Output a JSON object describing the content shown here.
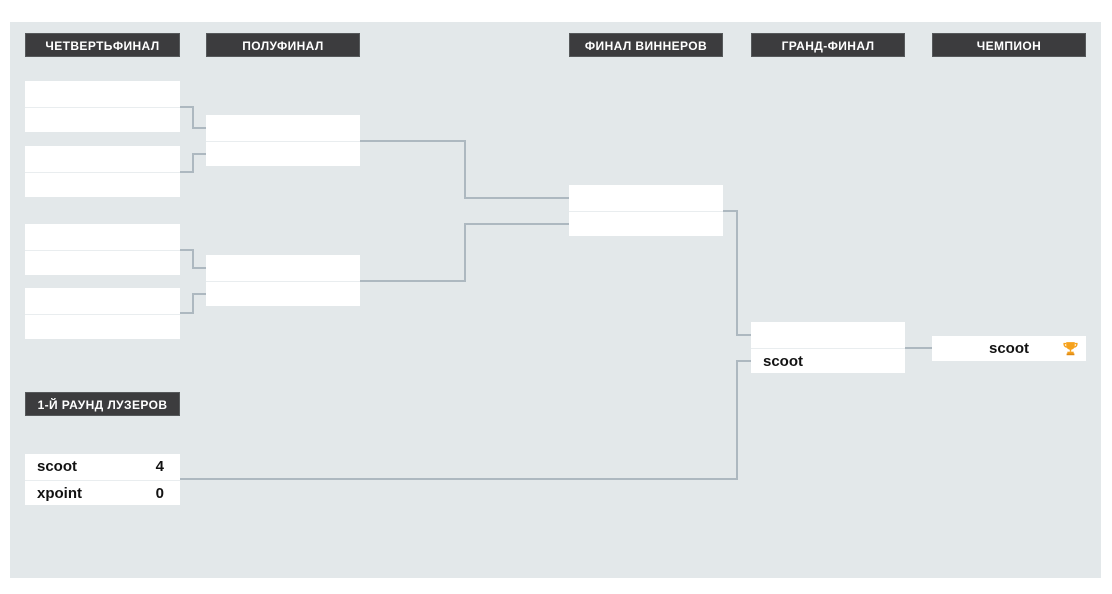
{
  "tournament": {
    "rounds": {
      "quarterfinal": "ЧЕТВЕРТЬФИНАЛ",
      "semifinal": "ПОЛУФИНАЛ",
      "winners_final": "ФИНАЛ ВИННЕРОВ",
      "grand_final": "ГРАНД-ФИНАЛ",
      "champion": "ЧЕМПИОН",
      "losers_round_1": "1-Й РАУНД ЛУЗЕРОВ"
    },
    "grand_final_match": {
      "top_name": "",
      "bottom_name": "scoot"
    },
    "champion_box": {
      "name": "scoot",
      "icon": "trophy-icon"
    },
    "losers_round_1_match": {
      "top_name": "scoot",
      "top_score": "4",
      "bottom_name": "xpoint",
      "bottom_score": "0"
    },
    "colors": {
      "page_bg": "#ffffff",
      "bracket_bg": "#e3e8ea",
      "header_bg": "#3c3c3e",
      "header_text": "#ffffff",
      "connector": "#adb8c0",
      "match_bg": "#ffffff",
      "match_divider": "#e9edef",
      "name_text": "#121212",
      "trophy": "#f6a21d"
    }
  }
}
